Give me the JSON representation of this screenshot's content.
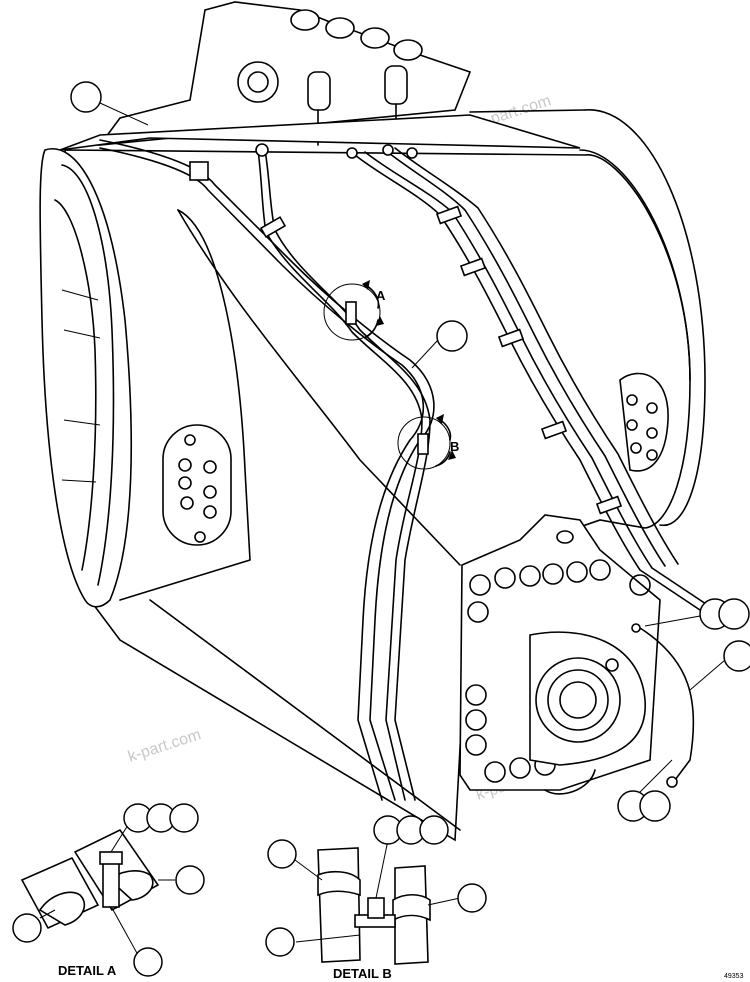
{
  "detail_labels": {
    "a": "DETAIL A",
    "b": "DETAIL B"
  },
  "markers": {
    "a": "A",
    "b": "B"
  },
  "figure_number": "49353",
  "watermark": "k-part.com"
}
